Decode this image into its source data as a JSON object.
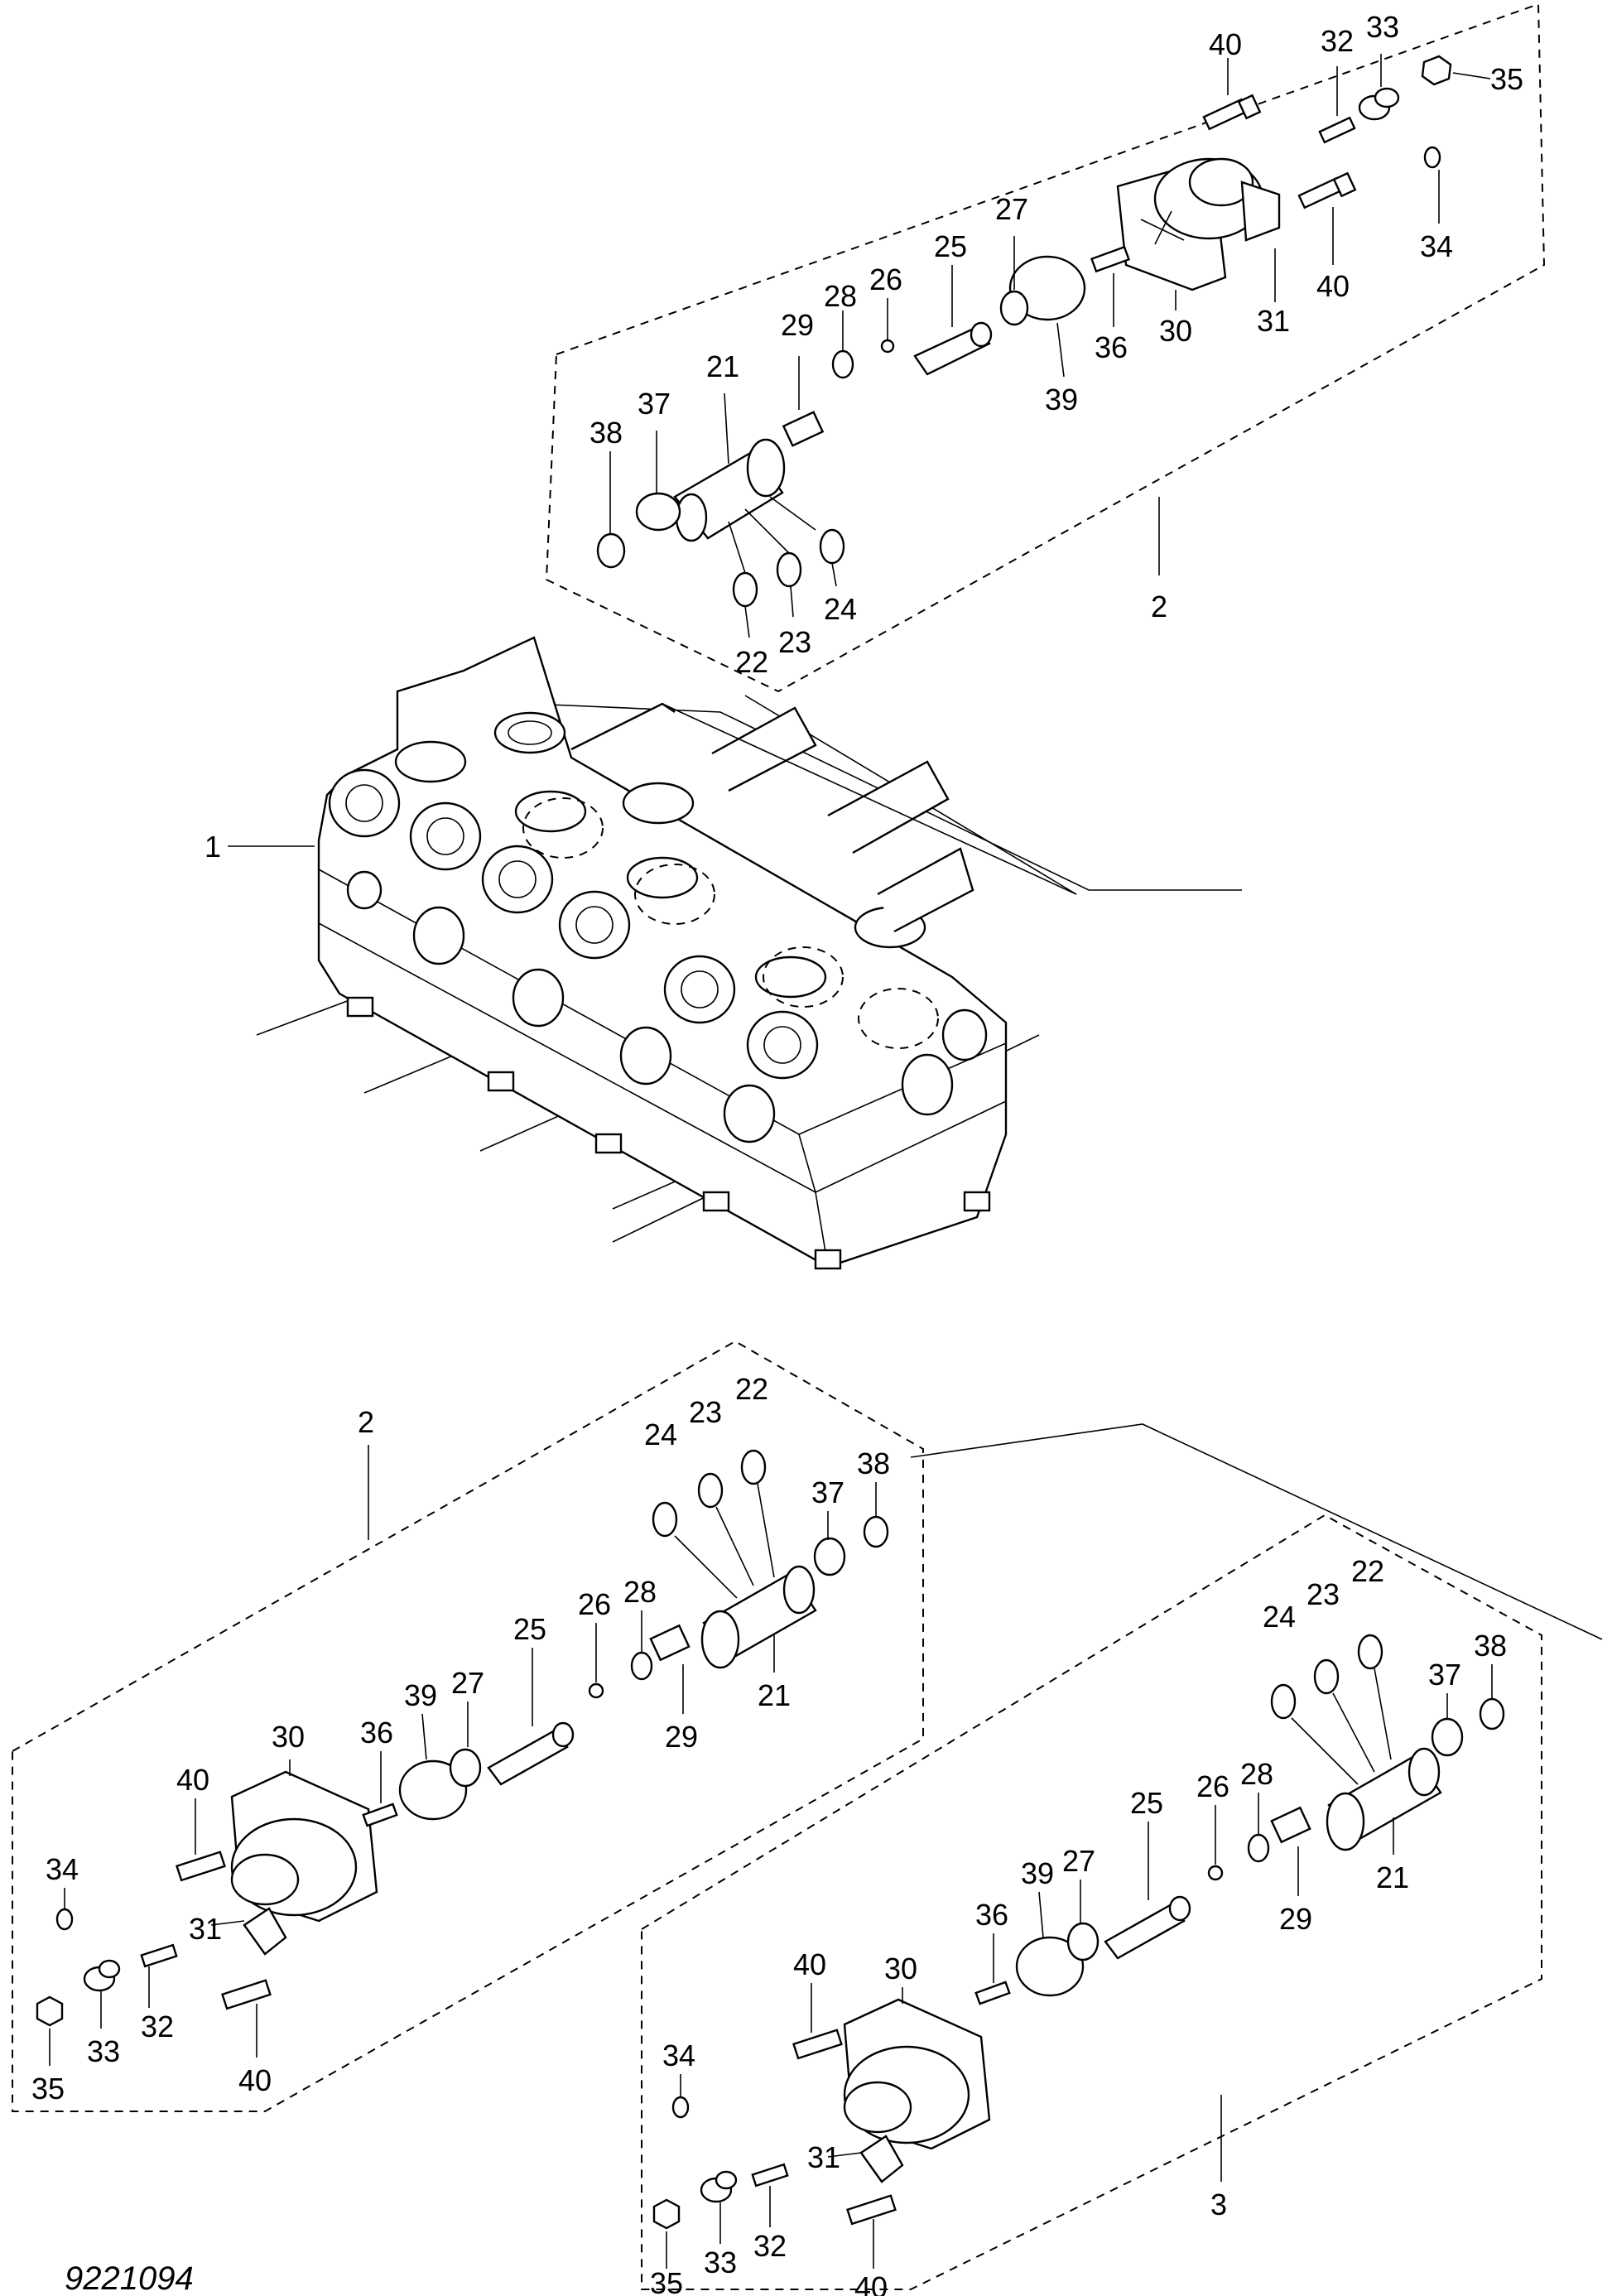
{
  "drawing_number": "9221094",
  "parts": {
    "p1": "1",
    "p2": "2",
    "p3": "3",
    "p21": "21",
    "p22": "22",
    "p23": "23",
    "p24": "24",
    "p25": "25",
    "p26": "26",
    "p27": "27",
    "p28": "28",
    "p29": "29",
    "p30": "30",
    "p31": "31",
    "p32": "32",
    "p33": "33",
    "p34": "34",
    "p35": "35",
    "p36": "36",
    "p37": "37",
    "p38": "38",
    "p39": "39",
    "p40": "40"
  }
}
